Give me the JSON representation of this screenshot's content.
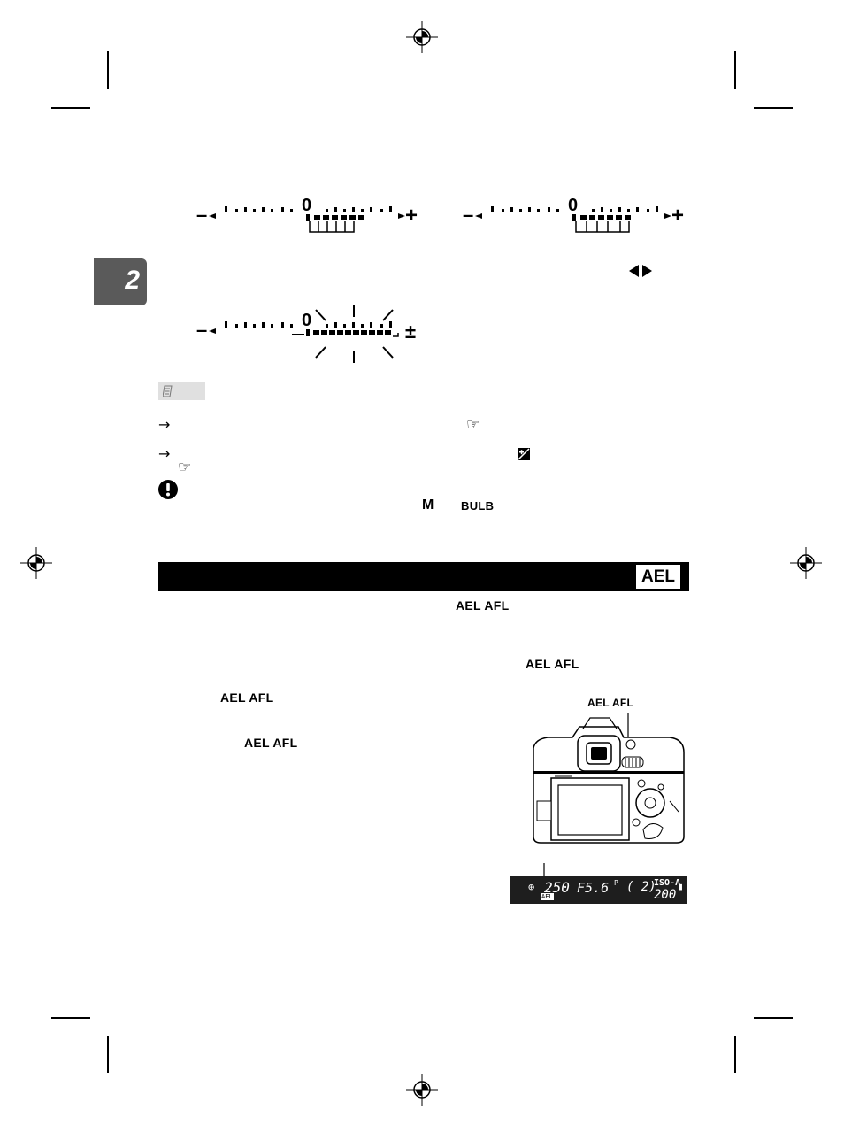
{
  "chapter": {
    "number": "2"
  },
  "meter": {
    "zero": "0",
    "minus": "–",
    "plus": "+",
    "plus_minus": "±"
  },
  "icons": {
    "note": "note-icon",
    "ref": "pointing-hand-icon",
    "caution": "caution-icon",
    "exposure_comp": "exposure-compensation-icon",
    "arrows": "left-right-arrows-icon"
  },
  "note": {
    "arrow1": "→",
    "arrow2": "→",
    "ref1": "☞",
    "ref2": "☞"
  },
  "caution": {
    "mode_m": "M",
    "mode_bulb": "BULB"
  },
  "section": {
    "badge": "AEL"
  },
  "ael_afl": {
    "label1": "AEL AFL",
    "label2": "AEL AFL",
    "label3": "AEL AFL",
    "label4": "AEL AFL",
    "camera_label": "AEL AFL"
  },
  "lcd": {
    "shutter": "250",
    "aperture": "F5.6",
    "p": "P",
    "frames": "( 2)",
    "iso_label": "ISO-A",
    "iso_value": "200",
    "ael": "AEL"
  }
}
